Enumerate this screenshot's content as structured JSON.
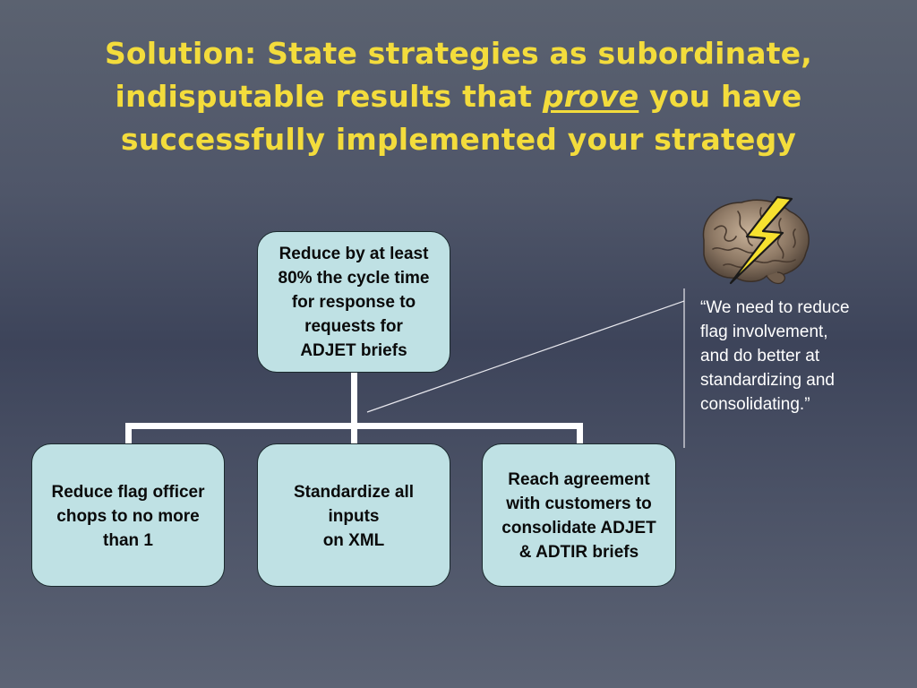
{
  "slide": {
    "title_part1": "Solution: State strategies as subordinate, indisputable results that ",
    "title_emphasis": "prove",
    "title_part2": " you have successfully implemented your strategy"
  },
  "diagram": {
    "root": {
      "text": "Reduce by at least\n80% the cycle time\nfor response to\nrequests for\nADJET briefs"
    },
    "children": [
      {
        "text": "Reduce flag officer\nchops to no more\nthan 1"
      },
      {
        "text": "Standardize all\ninputs\non XML"
      },
      {
        "text": "Reach agreement\nwith customers to\nconsolidate ADJET\n& ADTIR briefs"
      }
    ]
  },
  "callout": {
    "quote": "“We need to reduce\nflag involvement,\nand do better at\nstandardizing and\nconsolidating.”",
    "icon": "brain-lightning-icon"
  },
  "colors": {
    "title": "#f3dc3c",
    "node_fill": "#bfe1e4",
    "connector": "#ffffff",
    "quote_text": "#ffffff"
  }
}
